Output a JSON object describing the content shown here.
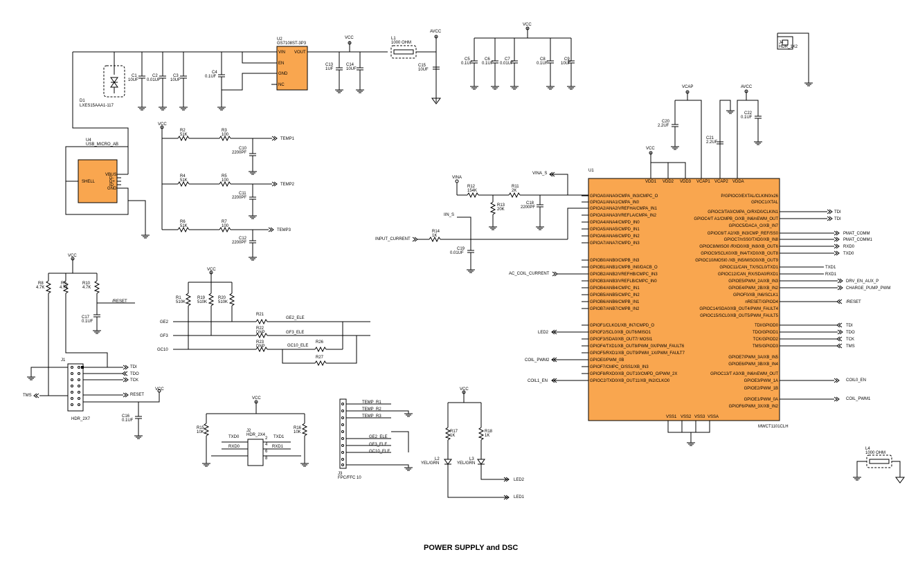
{
  "title": "POWER SUPPLY and DSC",
  "colors": {
    "chip_fill": "#f9a64f",
    "wire": "#000000",
    "background": "#ffffff"
  },
  "u2": {
    "ref": "U2",
    "part": "GS7108ST-3P3",
    "pins": [
      "VIN",
      "EN",
      "GND",
      "NC",
      "VOUT"
    ]
  },
  "u1": {
    "ref": "U1",
    "part": "MWCT1101CLH",
    "top_pins": [
      "VDD1",
      "VDD2",
      "VDD3",
      "VCAP1",
      "VCAP2",
      "VDDA"
    ],
    "bottom_pins": [
      "VSS1",
      "VSS2",
      "VSS3",
      "VSSA"
    ],
    "left_pins": [
      "GPIOA0/ANA0/CMPA_IN3/CMPC_O",
      "GPIOA1/ANA1/CMPA_IN0",
      "GPIOA2/ANA2/VREFHA/CMPA_IN1",
      "GPIOA3/ANA3/VREFLA/CMPA_IN2",
      "GPIOA4/ANA4/CMPD_IN0",
      "GPIOA5/ANA5/CMPD_IN1",
      "GPIOA6/ANA6/CMPD_IN2",
      "GPIOA7/ANA7/CMPD_IN3",
      "GPIOB0/ANB0/CMPB_IN3",
      "GPIOB1/ANB1/CMPB_IN0/DACB_O",
      "GPIOB2/ANB2/VREFHB/CMPC_IN3",
      "GPIOB3/ANB3/VREFLB/CMPC_IN0",
      "GPIOB4/ANB4/CMPC_IN1",
      "GPIOB5/ANB5/CMPC_IN2",
      "GPIOB6/ANB6/CMPB_IN1",
      "GPIOB7/ANB7/CMPB_IN2",
      "GPIOF1/CLKO1/XB_IN7/CMPD_O",
      "GPIOF2/SCL0/XB_OUT6/MISO1",
      "GPIOF3/SDA0/XB_OUT7/ MOSI1",
      "GPIOF4/TXD1/XB_OUT8/PWM_0X/PWM_FAULT6",
      "GPIOF5/RXD1/XB_OUT9/PWM_1X/PWM_FAULT7",
      "GPIOE0/PWM_0B",
      "GPIOF7/CMPC_O/SS1/XB_IN3",
      "GPIOF8/RXD0/XB_OUT10/CMPD_O/PWM_2X",
      "GPIOC2/TXD0/XB_OUT11/XB_IN2/CLKO0"
    ],
    "right_pins": [
      "P/GPIOC0/EXTAL/CLKIN0/x26",
      "GPIOC1/XTAL",
      "GPIOC3/TA0/CMPA_O/RXD0/CLKIN1",
      "GPIOC4/T A1/CMPB_O/XB_IN6/nEWM_OUT",
      "GPIOC5/DACA_O/XB_IN7",
      "GPIOC6/T A2/XB_IN3/CMP_REF/SS0",
      "GPIOC7/nSS0/TXD0/XB_IN8",
      "GPIOC8/MISO0 /RXD0/XB_IN9/XB_OUT6",
      "GPIOC9/SCLK0/XB_IN4/TXD0/XB_OUT8",
      "GPIOC10/MOSI0 /XB_IN5/MISO0/XB_OUT9",
      "GPIOC11/CAN_TX/SCL0/TXD1",
      "GPIOC12/CAN_RX/SDA0/RXD1",
      "GPIOE5/PWM_2A/XB_IN3",
      "GPIOE4/PWM_2B/XB_IN2",
      "GPIOF0/XB_IN6/SCLK1",
      "nRESET/GPIOD4",
      "GPIOC14/SDA0/XB_OUT4/PWM_FAULT4",
      "GPIOC15/SCL0/XB_OUT5/PWM_FAULT5",
      "TDI/GPIOD0",
      "TDO/GPIOD1",
      "TCK/GPIOD2",
      "TMS/GPIOD3",
      "GPIOE7/PWM_3A/XB_IN5",
      "GPIOE6/PWM_3B/XB_IN4",
      "GPIOC13/T A3/XB_IN6/nEWM_OUT",
      "GPIOE3/PWM_1A",
      "GPIOE2/PWM_1B",
      "GPIOE1/PWM_0A",
      "GPIOF6/PWM_3X/XB_IN2"
    ]
  },
  "u4": {
    "ref": "U4",
    "part": "USB_MICRO_AB",
    "pins": [
      "SHELL",
      "VBUS",
      "D-",
      "D+",
      "ID",
      "GND"
    ]
  },
  "labels": {
    "vcc": "VCC",
    "avcc": "AVCC",
    "vcap": "VCAP",
    "vina": "VINA",
    "vina_s": "VINA_S",
    "iin_s": "IIN_S",
    "input_current": "INPUT_CURRENT",
    "ac_coil_current": "AC_COIL_CURRENT",
    "led2": "LED2",
    "led1": "LED1",
    "coil_pwm2": "COIL_PWM2",
    "coil1_en": "COIL1_EN",
    "coil0_en": "COIL0_EN",
    "coil_pwm1": "COIL_PWM1",
    "tdi": "TDI",
    "tdo": "TDO",
    "tck": "TCK",
    "tms": "TMS",
    "txd0": "TXD0",
    "rxd0": "RXD0",
    "txd1": "TXD1",
    "rxd1": "RXD1",
    "pmat_comm": "PMAT_COMM",
    "pmat_comm1": "PMAT_COMM1",
    "drv_en": "DRV_EN_AUX_P",
    "charge_pump": "CHARGE_PUMP_PWM",
    "reset": "/RESET",
    "reset2": "RESET",
    "temp1": "TEMP1",
    "temp2": "TEMP2",
    "temp3": "TEMP3",
    "ge2": "GE2",
    "gf3": "GF3",
    "gc10": "GC10",
    "ge2_ele": "GE2_ELE",
    "gf3_ele": "GF3_ELE",
    "gc10_ele": "GC10_ELE",
    "temp_r1": "TEMP_R1",
    "temp_r2": "TEMP_R2",
    "temp_r3": "TEMP_R3"
  },
  "components": {
    "d1": "D1",
    "d1_part": "LXES15AAA1-117",
    "c1": "C1",
    "c1v": "10UF",
    "c2": "C2",
    "c2v": "0.01UF",
    "c3": "C3",
    "c3v": "10UF",
    "c4": "C4",
    "c4v": "0.1UF",
    "c13": "C13",
    "c13v": "1UF",
    "c14": "C14",
    "c14v": "10UF",
    "c15": "C15",
    "c15v": "10UF",
    "l1": "L1",
    "l1v": "1000 OHM",
    "l4": "L4",
    "l4v": "1000 OHM",
    "c5": "C5",
    "c5v": "0.1UF",
    "c6": "C6",
    "c6v": "0.1UF",
    "c7": "C7",
    "c7v": "0.01UF",
    "c8": "C8",
    "c8v": "0.1UF",
    "c9": "C9",
    "c9v": "10UF",
    "j4": "J4",
    "j4_part": "HDR_1X2",
    "c20": "C20",
    "c20v": "2.2UF",
    "c21": "C21",
    "c21v": "2.2UF",
    "c22": "C22",
    "c22v": "0.1UF",
    "r2": "R2",
    "r2v": "51K",
    "r3": "R3",
    "r3v": "100",
    "c10": "C10",
    "c10v": "2200PF",
    "r4": "R4",
    "r4v": "51K",
    "r5": "R5",
    "r5v": "100",
    "c11": "C11",
    "c11v": "2200PF",
    "r6": "R6",
    "r6v": "51K",
    "r7": "R7",
    "r7v": "100",
    "c12": "C12",
    "c12v": "2200PF",
    "r12": "R12",
    "r12v": "154K",
    "r11": "R11",
    "r11v": "2K",
    "r13": "R13",
    "r13v": "20K",
    "c18": "C18",
    "c18v": "2200PF",
    "r14": "R14",
    "r14v": "1K",
    "c19": "C19",
    "c19v": "0.01UF",
    "r8": "R8",
    "r8v": "4.7K",
    "r9": "R9",
    "r9v": "4.7K",
    "r10": "R10",
    "r10v": "4.7K",
    "c17": "C17",
    "c17v": "0.1UF",
    "j1": "J1",
    "j1_part": "HDR_2X7",
    "c16": "C16",
    "c16v": "0.1UF",
    "r1": "R1",
    "r1v": "510K",
    "r19": "R19",
    "r19v": "510K",
    "r20": "R20",
    "r20v": "510K",
    "r21": "R21",
    "r22": "R22",
    "r22v": "DNP",
    "r23": "R23",
    "r23v": "DNP",
    "r26": "R26",
    "r27": "R27",
    "r15": "R15",
    "r15v": "10K",
    "r16": "R16",
    "r16v": "10K",
    "j2": "J2",
    "j2_part": "HDR_2X4",
    "j3": "J3",
    "j3_part": "FPC/FFC 10",
    "r17": "R17",
    "r17v": "1K",
    "r18": "R18",
    "r18v": "1K",
    "l2": "L2",
    "l3": "L3",
    "led_color": "YEL/GRN"
  }
}
